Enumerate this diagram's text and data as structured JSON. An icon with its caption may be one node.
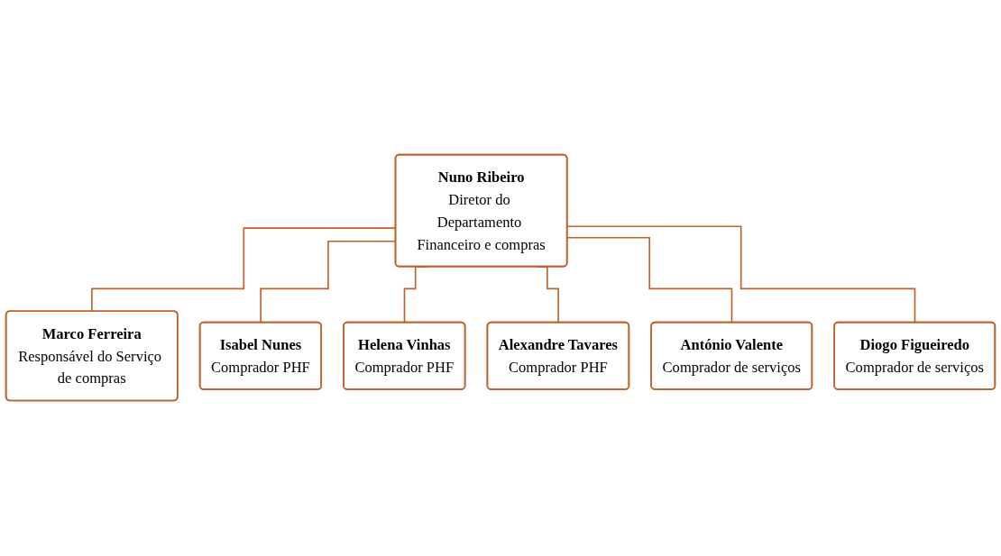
{
  "diagram": {
    "nodes": [
      {
        "text": [
          "Nuno Ribeiro",
          "Diretor do Departamento Financeiro e compras"
        ]
      },
      {
        "text": [
          "Marco Ferreira",
          "Responsável do Serviço de compras"
        ]
      },
      {
        "text": [
          "Isabel Nunes",
          "Comprador PHF"
        ]
      },
      {
        "text": [
          "Helena Vinhas",
          "Comprador PHF"
        ]
      },
      {
        "text": [
          "Alexandre Tavares",
          "Comprador PHF"
        ]
      },
      {
        "text": [
          "António Valente",
          "Comprador de serviços"
        ]
      },
      {
        "text": [
          "Diogo Figueiredo",
          "Comprador de serviços"
        ]
      }
    ],
    "edges": [
      {
        "from": 0,
        "to": 1,
        "arrow": "none"
      },
      {
        "from": 0,
        "to": 2,
        "arrow": "none"
      },
      {
        "from": 0,
        "to": 3,
        "arrow": "none"
      },
      {
        "from": 0,
        "to": 4,
        "arrow": "none"
      },
      {
        "from": 0,
        "to": 5,
        "arrow": "none"
      },
      {
        "from": 0,
        "to": 6,
        "arrow": "none"
      }
    ]
  }
}
